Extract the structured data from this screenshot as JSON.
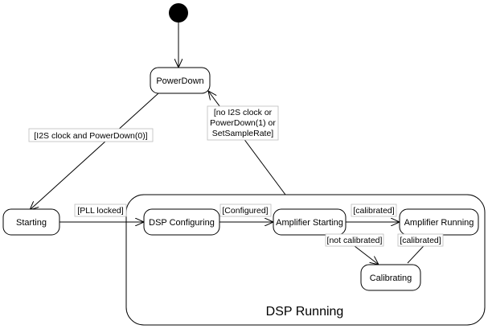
{
  "diagram": {
    "states": {
      "power_down": "PowerDown",
      "starting": "Starting",
      "dsp_configuring": "DSP Configuring",
      "amplifier_starting": "Amplifier Starting",
      "amplifier_running": "Amplifier Running",
      "calibrating": "Calibrating"
    },
    "composite_title": "DSP Running",
    "guards": {
      "i2s_clock": "[I2S clock and PowerDown(0)]",
      "return_line1": "[no I2S clock or",
      "return_line2": "PowerDown(1) or",
      "return_line3": "SetSampleRate]",
      "pll_locked": "[PLL locked]",
      "configured": "[Configured]",
      "calibrated_top": "[calibrated]",
      "not_calibrated": "[not calibrated]",
      "calibrated_return": "[calibrated]"
    }
  }
}
